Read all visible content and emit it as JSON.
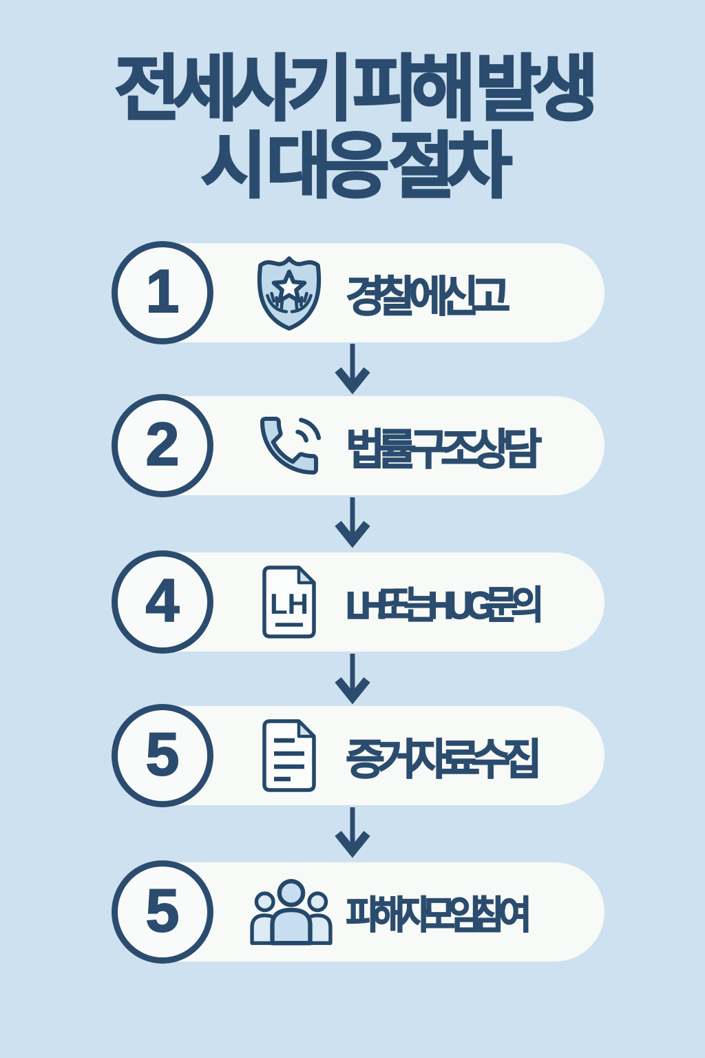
{
  "title": {
    "line1": "전세사기 피해 발생",
    "line2": "시 대응 절차"
  },
  "steps": [
    {
      "number": "1",
      "label": "경찰에 신고",
      "icon": "police-badge-icon"
    },
    {
      "number": "2",
      "label": "법률구조 상담",
      "icon": "phone-call-icon"
    },
    {
      "number": "4",
      "label": "LH 또는 HUG 문의",
      "icon": "document-lh-icon",
      "icon_text": "LH"
    },
    {
      "number": "5",
      "label": "증거자료 수집",
      "icon": "document-lines-icon"
    },
    {
      "number": "5",
      "label": "피해자 모임 참여",
      "icon": "people-group-icon"
    }
  ],
  "connectors": {
    "type": "arrow-down",
    "count": 4
  },
  "colors": {
    "background": "#cde1f0",
    "card": "#f8faf7",
    "text_navy": "#2b4c6e",
    "icon_stroke": "#24476a",
    "icon_fill_light_blue": "#bfd9ea",
    "icon_fill_pale": "#dcebf4",
    "document_fold": "#cfe4f0"
  }
}
